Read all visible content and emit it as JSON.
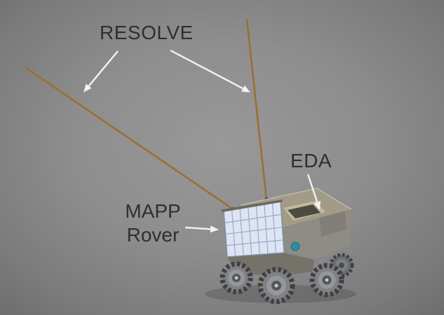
{
  "labels": {
    "resolve": "RESOLVE",
    "eda": "EDA",
    "mapp_rover": {
      "line1": "MAPP",
      "line2": "Rover"
    }
  },
  "colors": {
    "background_center": "#959595",
    "background_edge": "#696969",
    "label_text": "#2f2f2f",
    "arrow": "#f2f2f2",
    "antenna": "#9c6f33",
    "rover_top": "#a29b88",
    "rover_side": "#8f8c85",
    "rover_chassis": "#75726a",
    "solar_panel_cell": "#dde4f4",
    "solar_panel_grid": "#99a3c0",
    "eda_window_frame": "#c2b99f",
    "eda_window_glass": "#4c4b41",
    "wheel_tread": "#3f4043",
    "wheel_rim": "#96979a",
    "instrument_teal": "#2a8fa0"
  },
  "illustration": {
    "antennas": [
      "antenna-left",
      "antenna-right"
    ],
    "wheels_visible": 4,
    "callouts": [
      {
        "label": "RESOLVE",
        "points_to": "antennas"
      },
      {
        "label": "EDA",
        "points_to": "eda-window"
      },
      {
        "label": "MAPP Rover",
        "points_to": "rover-body"
      }
    ]
  }
}
